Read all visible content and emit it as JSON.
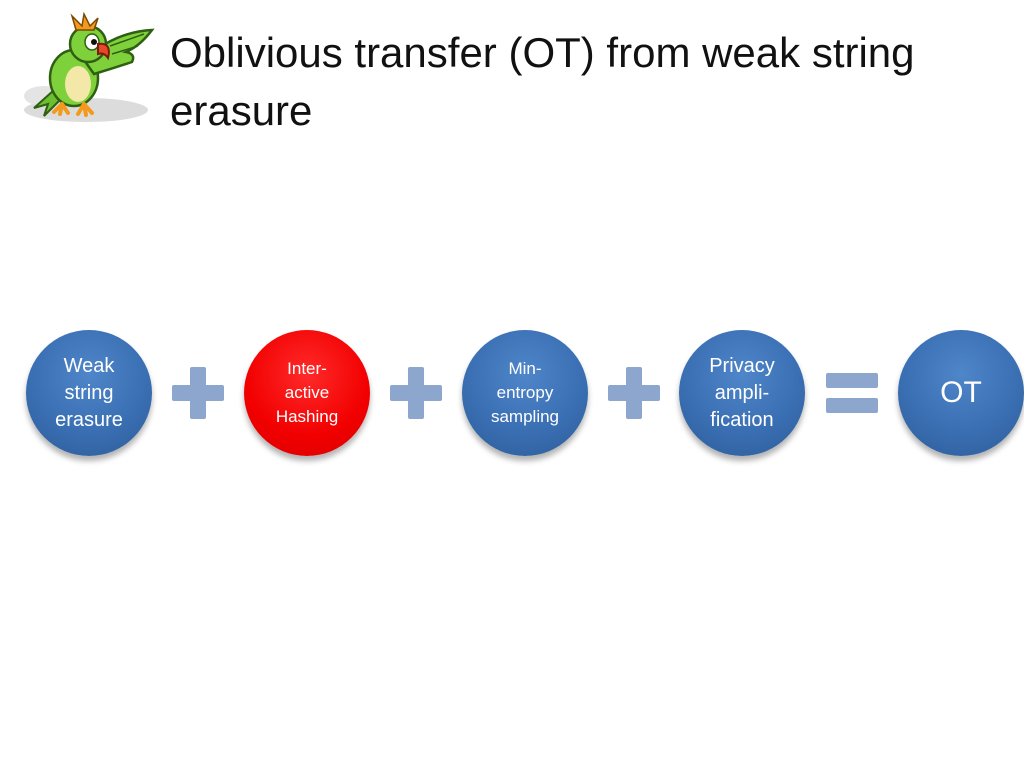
{
  "slide": {
    "title": "Oblivious transfer (OT) from weak string erasure",
    "mascot_icon": "parrot-icon"
  },
  "diagram": {
    "nodes": [
      {
        "id": "weak-string-erasure",
        "label": "Weak\nstring\nerasure",
        "color": "#3a6fb3"
      },
      {
        "id": "interactive-hashing",
        "label": "Inter-\nactive\nHashing",
        "color": "#f20000"
      },
      {
        "id": "min-entropy-sampling",
        "label": "Min-\nentropy\nsampling",
        "color": "#3a6fb3"
      },
      {
        "id": "privacy-amplification",
        "label": "Privacy\nampli-\nfication",
        "color": "#3a6fb3"
      },
      {
        "id": "ot",
        "label": "OT",
        "color": "#3a6fb3"
      }
    ],
    "operators": [
      "plus",
      "plus",
      "plus",
      "equals"
    ],
    "operator_color": "#8da6cd"
  }
}
